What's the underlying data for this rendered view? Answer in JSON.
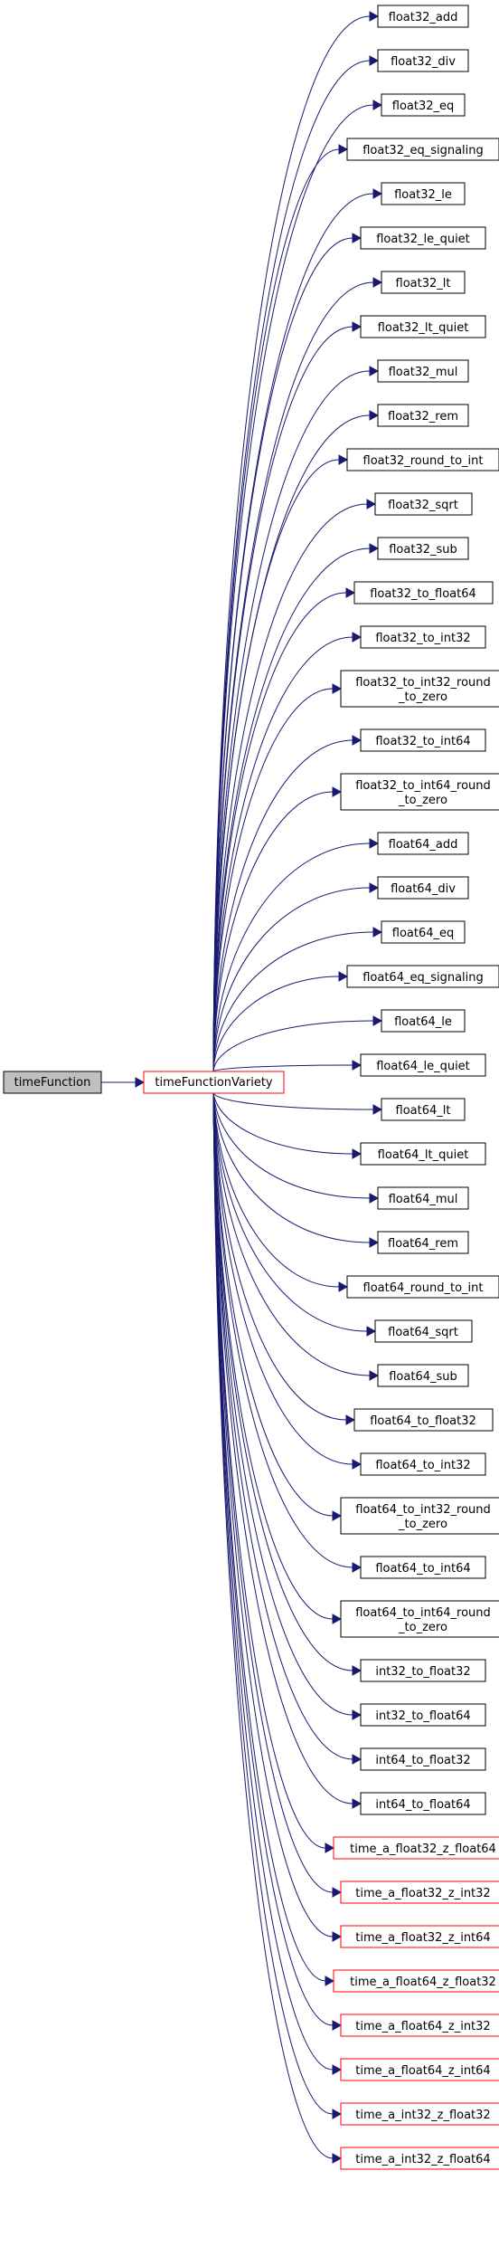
{
  "colors": {
    "edge": "#191970",
    "node_border_default": "#000000",
    "node_border_highlight": "#ff0000",
    "root_fill": "#bfbfbf",
    "node_fill": "#ffffff"
  },
  "root": {
    "label": "timeFunction"
  },
  "hub": {
    "label": "timeFunctionVariety"
  },
  "callees": [
    {
      "lines": [
        "float32_add"
      ],
      "highlight": false
    },
    {
      "lines": [
        "float32_div"
      ],
      "highlight": false
    },
    {
      "lines": [
        "float32_eq"
      ],
      "highlight": false
    },
    {
      "lines": [
        "float32_eq_signaling"
      ],
      "highlight": false
    },
    {
      "lines": [
        "float32_le"
      ],
      "highlight": false
    },
    {
      "lines": [
        "float32_le_quiet"
      ],
      "highlight": false
    },
    {
      "lines": [
        "float32_lt"
      ],
      "highlight": false
    },
    {
      "lines": [
        "float32_lt_quiet"
      ],
      "highlight": false
    },
    {
      "lines": [
        "float32_mul"
      ],
      "highlight": false
    },
    {
      "lines": [
        "float32_rem"
      ],
      "highlight": false
    },
    {
      "lines": [
        "float32_round_to_int"
      ],
      "highlight": false
    },
    {
      "lines": [
        "float32_sqrt"
      ],
      "highlight": false
    },
    {
      "lines": [
        "float32_sub"
      ],
      "highlight": false
    },
    {
      "lines": [
        "float32_to_float64"
      ],
      "highlight": false
    },
    {
      "lines": [
        "float32_to_int32"
      ],
      "highlight": false
    },
    {
      "lines": [
        "float32_to_int32_round",
        "_to_zero"
      ],
      "highlight": false
    },
    {
      "lines": [
        "float32_to_int64"
      ],
      "highlight": false
    },
    {
      "lines": [
        "float32_to_int64_round",
        "_to_zero"
      ],
      "highlight": false
    },
    {
      "lines": [
        "float64_add"
      ],
      "highlight": false
    },
    {
      "lines": [
        "float64_div"
      ],
      "highlight": false
    },
    {
      "lines": [
        "float64_eq"
      ],
      "highlight": false
    },
    {
      "lines": [
        "float64_eq_signaling"
      ],
      "highlight": false
    },
    {
      "lines": [
        "float64_le"
      ],
      "highlight": false
    },
    {
      "lines": [
        "float64_le_quiet"
      ],
      "highlight": false
    },
    {
      "lines": [
        "float64_lt"
      ],
      "highlight": false
    },
    {
      "lines": [
        "float64_lt_quiet"
      ],
      "highlight": false
    },
    {
      "lines": [
        "float64_mul"
      ],
      "highlight": false
    },
    {
      "lines": [
        "float64_rem"
      ],
      "highlight": false
    },
    {
      "lines": [
        "float64_round_to_int"
      ],
      "highlight": false
    },
    {
      "lines": [
        "float64_sqrt"
      ],
      "highlight": false
    },
    {
      "lines": [
        "float64_sub"
      ],
      "highlight": false
    },
    {
      "lines": [
        "float64_to_float32"
      ],
      "highlight": false
    },
    {
      "lines": [
        "float64_to_int32"
      ],
      "highlight": false
    },
    {
      "lines": [
        "float64_to_int32_round",
        "_to_zero"
      ],
      "highlight": false
    },
    {
      "lines": [
        "float64_to_int64"
      ],
      "highlight": false
    },
    {
      "lines": [
        "float64_to_int64_round",
        "_to_zero"
      ],
      "highlight": false
    },
    {
      "lines": [
        "int32_to_float32"
      ],
      "highlight": false
    },
    {
      "lines": [
        "int32_to_float64"
      ],
      "highlight": false
    },
    {
      "lines": [
        "int64_to_float32"
      ],
      "highlight": false
    },
    {
      "lines": [
        "int64_to_float64"
      ],
      "highlight": false
    },
    {
      "lines": [
        "time_a_float32_z_float64"
      ],
      "highlight": true
    },
    {
      "lines": [
        "time_a_float32_z_int32"
      ],
      "highlight": true
    },
    {
      "lines": [
        "time_a_float32_z_int64"
      ],
      "highlight": true
    },
    {
      "lines": [
        "time_a_float64_z_float32"
      ],
      "highlight": true
    },
    {
      "lines": [
        "time_a_float64_z_int32"
      ],
      "highlight": true
    },
    {
      "lines": [
        "time_a_float64_z_int64"
      ],
      "highlight": true
    },
    {
      "lines": [
        "time_a_int32_z_float32"
      ],
      "highlight": true
    },
    {
      "lines": [
        "time_a_int32_z_float64"
      ],
      "highlight": true
    }
  ]
}
